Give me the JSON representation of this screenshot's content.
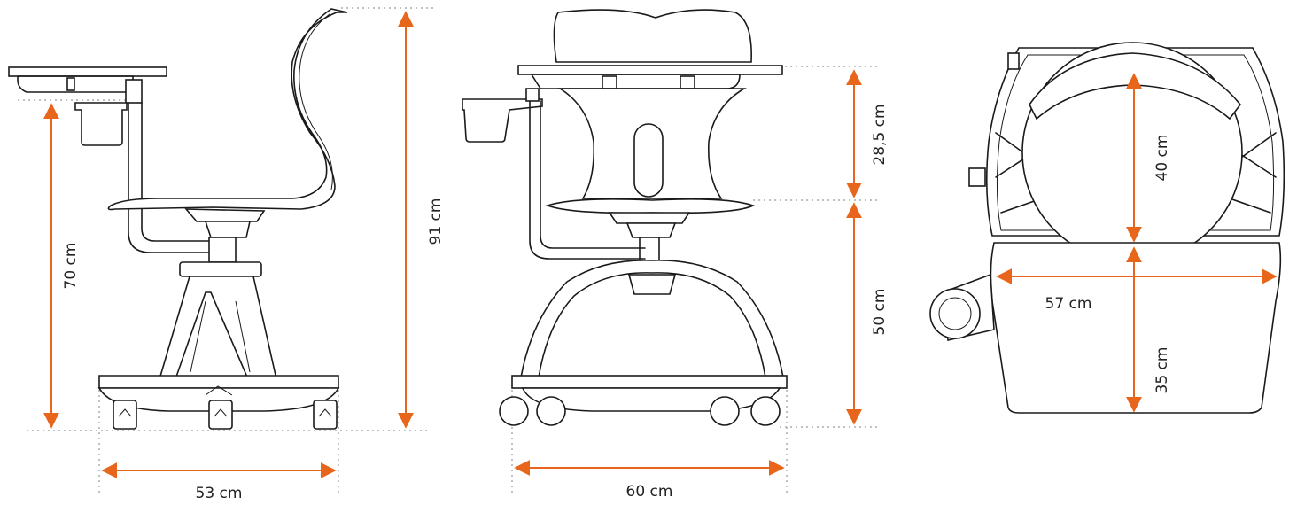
{
  "dimensions": {
    "side_view": {
      "total_height": "91 cm",
      "tablet_height": "70 cm",
      "depth": "53 cm"
    },
    "front_view": {
      "back_height": "28,5 cm",
      "seat_height": "50 cm",
      "width": "60 cm"
    },
    "top_view": {
      "back_depth": "40 cm",
      "tablet_width": "57 cm",
      "tablet_depth": "35 cm"
    }
  },
  "colors": {
    "dimension_line": "#e8661c",
    "outline": "#1a1a1a",
    "guide_dots": "#9a9a9a"
  }
}
